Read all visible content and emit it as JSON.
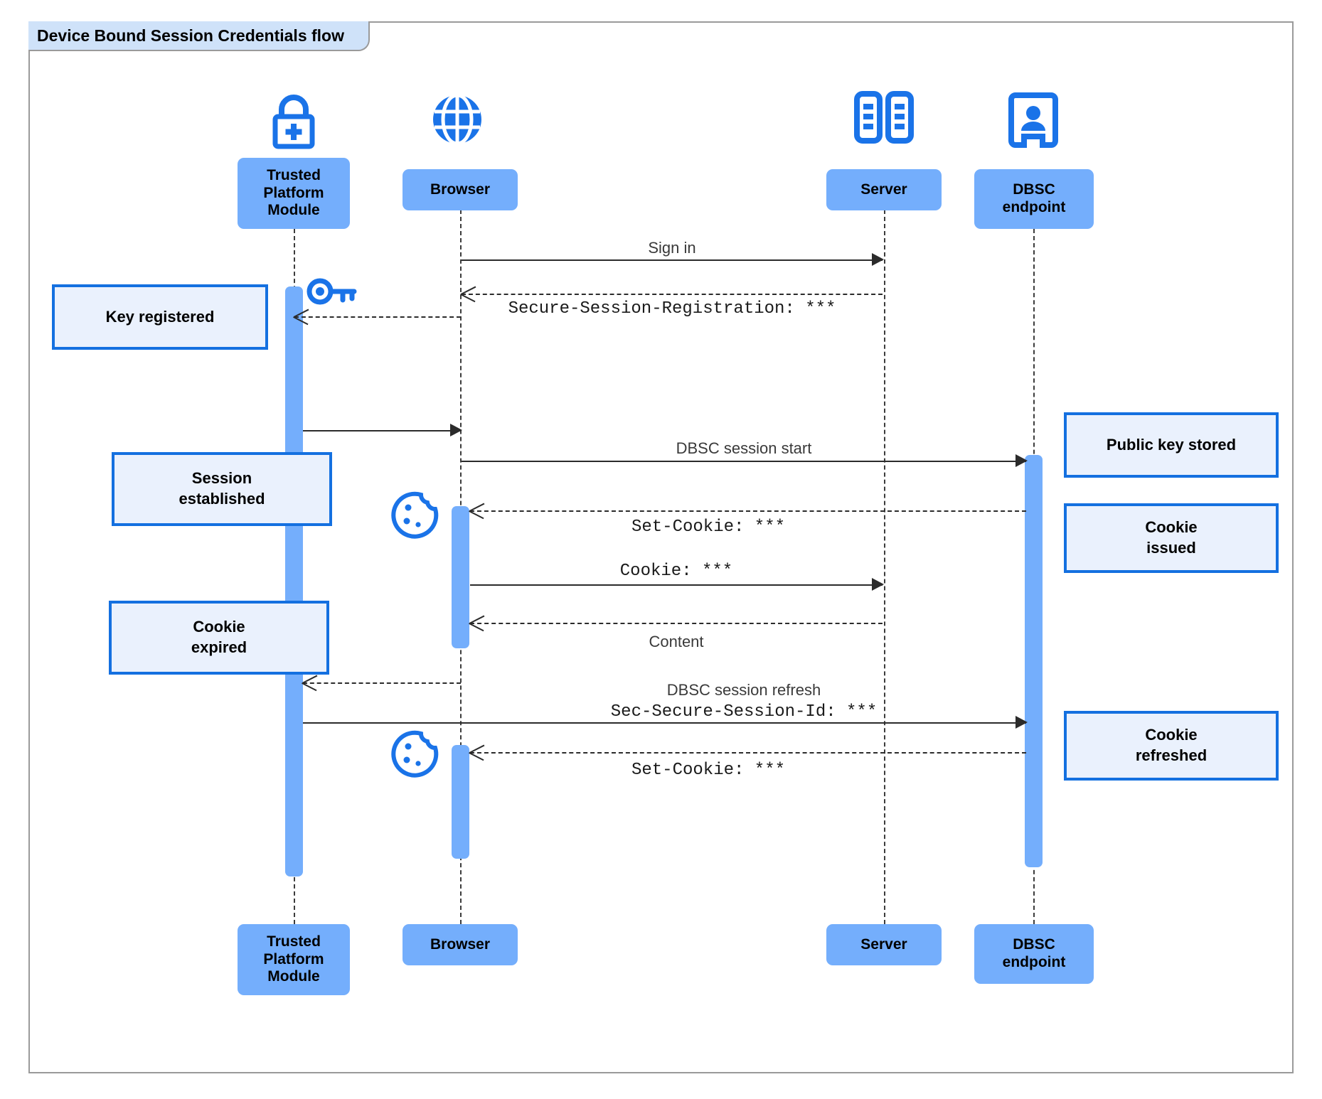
{
  "diagram": {
    "title": "Device Bound Session Credentials flow",
    "type": "uml-sequence",
    "accent_color": "#1470e0",
    "participant_fill": "#74aefc",
    "note_fill": "#eaf1fd",
    "note_border": "#1470e0",
    "title_fill": "#cfe2f9",
    "frame_border": "#9a9a9a"
  },
  "participants": [
    {
      "id": "tpm",
      "label": "Trusted\nPlatform\nModule",
      "icon": "lock-plus-icon"
    },
    {
      "id": "browser",
      "label": "Browser",
      "icon": "globe-icon"
    },
    {
      "id": "server",
      "label": "Server",
      "icon": "server-racks-icon"
    },
    {
      "id": "dbsc",
      "label": "DBSC\nendpoint",
      "icon": "id-badge-icon"
    }
  ],
  "messages": [
    {
      "id": "m1",
      "from": "browser",
      "to": "server",
      "label": "Sign in",
      "style": "solid",
      "font": "sans"
    },
    {
      "id": "m2",
      "from": "server",
      "to": "browser",
      "label": "Secure-Session-Registration: ***",
      "style": "dashed",
      "font": "mono"
    },
    {
      "id": "m3",
      "from": "browser",
      "to": "tpm",
      "label": "",
      "style": "dashed",
      "font": "sans"
    },
    {
      "id": "m4",
      "from": "tpm",
      "to": "browser",
      "label": "",
      "style": "solid",
      "font": "sans"
    },
    {
      "id": "m5",
      "from": "browser",
      "to": "dbsc",
      "label": "DBSC session start",
      "style": "solid",
      "font": "sans"
    },
    {
      "id": "m6",
      "from": "dbsc",
      "to": "browser",
      "label": "Set-Cookie: ***",
      "style": "dashed",
      "font": "mono"
    },
    {
      "id": "m7",
      "from": "browser",
      "to": "server",
      "label": "Cookie: ***",
      "style": "solid",
      "font": "mono"
    },
    {
      "id": "m8",
      "from": "server",
      "to": "browser",
      "label": "Content",
      "style": "dashed",
      "font": "sans"
    },
    {
      "id": "m9",
      "from": "browser",
      "to": "tpm",
      "label": "",
      "style": "dashed",
      "font": "sans"
    },
    {
      "id": "m10",
      "from": "tpm",
      "to": "dbsc",
      "label": "DBSC session refresh",
      "label2": "Sec-Secure-Session-Id: ***",
      "style": "solid",
      "font": "sans"
    },
    {
      "id": "m11",
      "from": "dbsc",
      "to": "browser",
      "label": "Set-Cookie: ***",
      "style": "dashed",
      "font": "mono"
    }
  ],
  "notes": [
    {
      "id": "n1",
      "side": "left",
      "label": "Key registered"
    },
    {
      "id": "n2",
      "side": "left",
      "label": "Session\nestablished"
    },
    {
      "id": "n3",
      "side": "left",
      "label": "Cookie\nexpired"
    },
    {
      "id": "n4",
      "side": "right",
      "label": "Public key stored"
    },
    {
      "id": "n5",
      "side": "right",
      "label": "Cookie\nissued"
    },
    {
      "id": "n6",
      "side": "right",
      "label": "Cookie\nrefreshed"
    }
  ],
  "inline_icons": [
    {
      "id": "i1",
      "name": "key-icon",
      "near": "tpm"
    },
    {
      "id": "i2",
      "name": "cookie-icon",
      "near": "browser"
    },
    {
      "id": "i3",
      "name": "cookie-icon",
      "near": "browser"
    }
  ]
}
